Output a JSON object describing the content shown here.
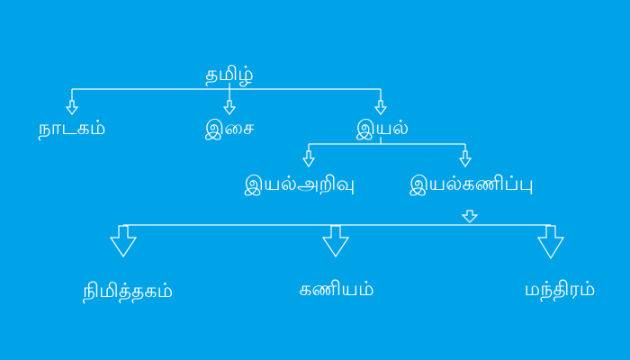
{
  "colors": {
    "background": "#00a2e8",
    "foreground": "#ffffff"
  },
  "tree": {
    "root": {
      "label": "தமிழ்"
    },
    "level1": [
      {
        "label": "நாடகம்"
      },
      {
        "label": "இசை"
      },
      {
        "label": "இயல்"
      }
    ],
    "level2": [
      {
        "label": "இயல்அறிவு"
      },
      {
        "label": "இயல்கணிப்பு"
      }
    ],
    "level3": [
      {
        "label": "நிமித்தகம்"
      },
      {
        "label": "கணியம்"
      },
      {
        "label": "மந்திரம்"
      }
    ]
  }
}
